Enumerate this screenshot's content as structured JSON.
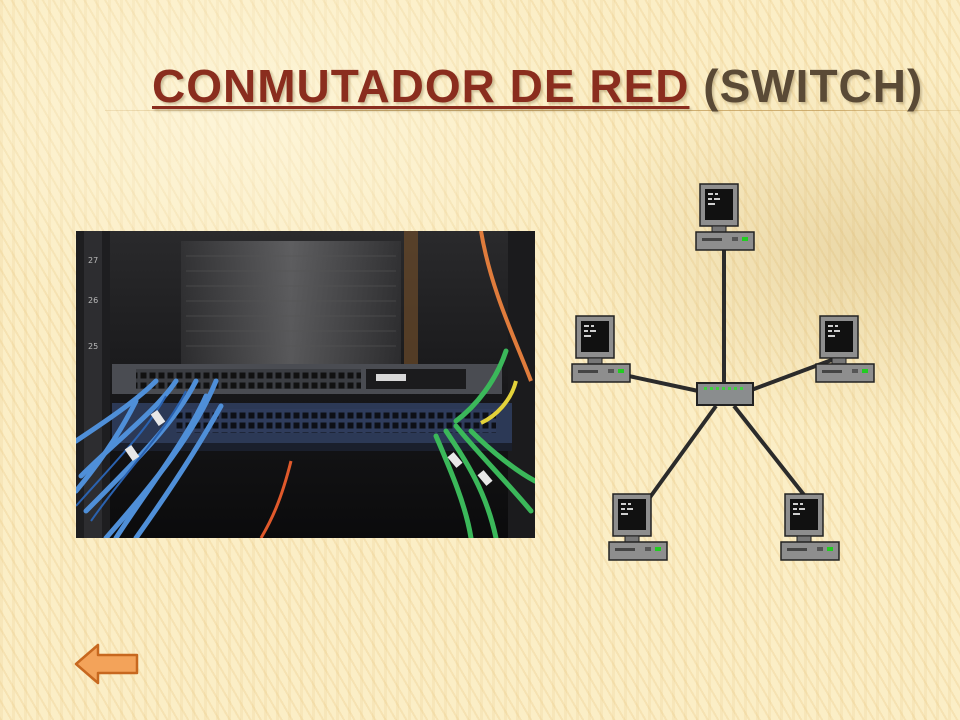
{
  "slide": {
    "title_link": "CONMUTADOR DE RED",
    "title_rest": " (SWITCH)"
  },
  "photo": {
    "rack_numbers": [
      "27",
      "26",
      "25"
    ],
    "icon": "network-switch-photo"
  },
  "diagram": {
    "topology": "star",
    "center_icon": "network-switch-icon",
    "node_icon": "computer-icon",
    "node_count": 5
  },
  "navigation": {
    "back_icon": "back-arrow-icon"
  },
  "colors": {
    "title": "#5a4a36",
    "title_link": "#8a2d1e",
    "back_arrow_fill": "#f3a35a",
    "back_arrow_stroke": "#c7681f",
    "switch_led": "#3fd13f"
  }
}
